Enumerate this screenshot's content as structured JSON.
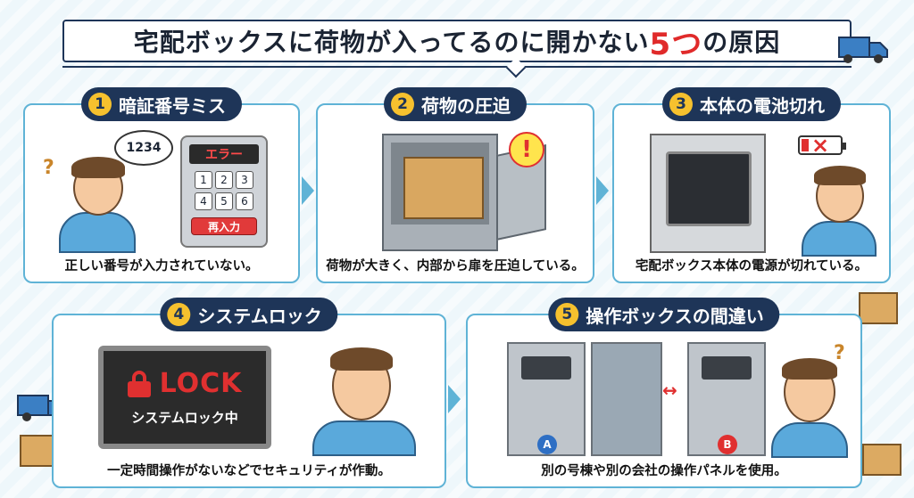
{
  "title": {
    "before": "宅配ボックスに荷物が入ってるのに開かない",
    "highlight": "5つ",
    "after": "の原因"
  },
  "cards": [
    {
      "num": "1",
      "title": "暗証番号ミス",
      "caption": "正しい番号が入力されていない。"
    },
    {
      "num": "2",
      "title": "荷物の圧迫",
      "caption": "荷物が大きく、内部から扉を圧迫している。"
    },
    {
      "num": "3",
      "title": "本体の電池切れ",
      "caption": "宅配ボックス本体の電源が切れている。"
    },
    {
      "num": "4",
      "title": "システムロック",
      "caption": "一定時間操作がないなどでセキュリティが作動。"
    },
    {
      "num": "5",
      "title": "操作ボックスの間違い",
      "caption": "別の号棟や別の会社の操作パネルを使用。"
    }
  ],
  "card1": {
    "speech": "1234",
    "screen": "エラー",
    "keys": [
      "1",
      "2",
      "3",
      "4",
      "5",
      "6"
    ],
    "reenter": "再入力",
    "question": "?"
  },
  "card2": {
    "alert": "!"
  },
  "card4": {
    "lock_word": "LOCK",
    "lock_sub": "システムロック中"
  },
  "card5": {
    "label_a": "A",
    "label_b": "B",
    "arrow": "↔",
    "question": "?"
  },
  "colors": {
    "navy": "#1e3558",
    "accent": "#5fb3d6",
    "red": "#e02a2a",
    "yellow": "#f6c12e"
  },
  "icons": [
    "truck-icon",
    "parcel-icon",
    "padlock-icon",
    "battery-empty-icon",
    "exclamation-icon"
  ]
}
